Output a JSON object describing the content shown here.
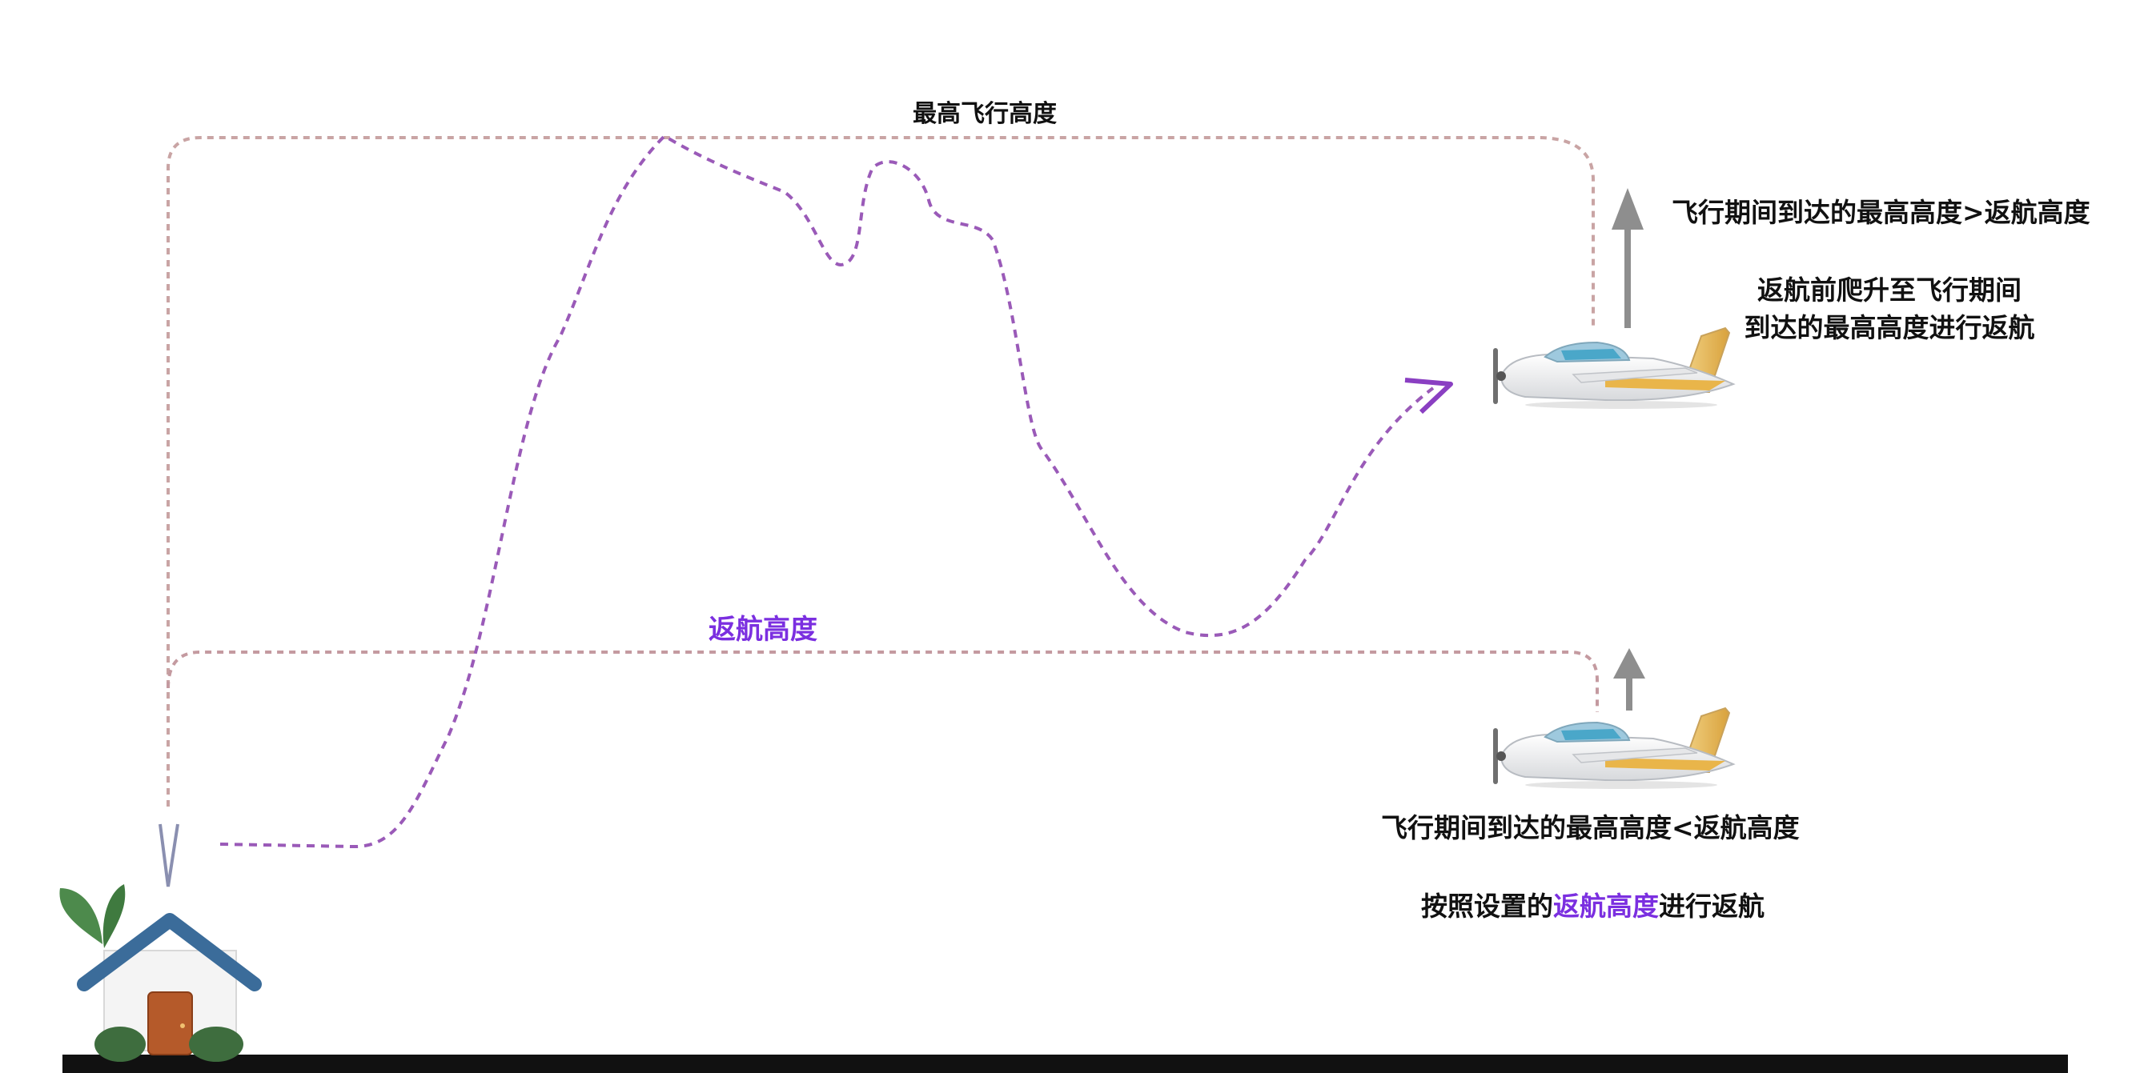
{
  "labels": {
    "max_flight_altitude": "最高飞行高度",
    "rth_altitude": "返航高度",
    "case_high_condition": "飞行期间到达的最高高度>返航高度",
    "case_high_action_line1": "返航前爬升至飞行期间",
    "case_high_action_line2": "到达的最高高度进行返航",
    "case_low_condition": "飞行期间到达的最高高度<返航高度",
    "case_low_action_prefix": "按照设置的",
    "case_low_action_highlight": "返航高度",
    "case_low_action_suffix": "进行返航"
  },
  "colors": {
    "flight_path": "#9a5ab8",
    "max_altitude_line": "#c9a4a4",
    "rth_line": "#c49aa0",
    "return_line": "#8a8fb0",
    "highlight_text": "#7b2fe0",
    "ground": "#111111",
    "arrow_gray": "#8e8e8e"
  },
  "icons": {
    "home": "home-icon",
    "airplane": "airplane-icon",
    "up_arrow": "up-arrow-icon"
  }
}
